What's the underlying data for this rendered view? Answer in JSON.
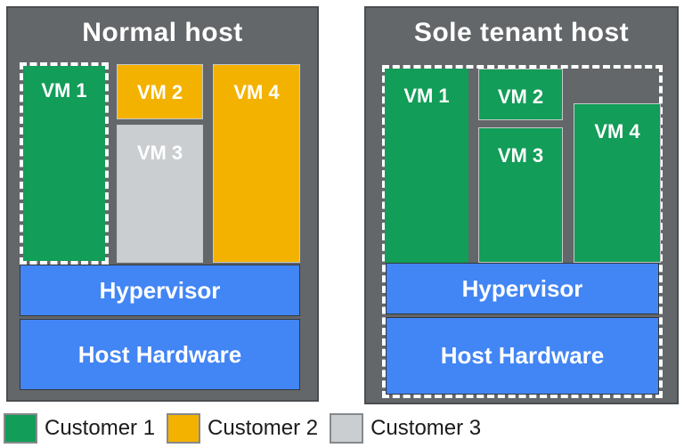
{
  "diagram": {
    "hosts": [
      {
        "title": "Normal host",
        "vms": [
          {
            "label": "VM 1",
            "customer": "Customer 1"
          },
          {
            "label": "VM 2",
            "customer": "Customer 2"
          },
          {
            "label": "VM 3",
            "customer": "Customer 3"
          },
          {
            "label": "VM 4",
            "customer": "Customer 2"
          }
        ],
        "layers": [
          {
            "label": "Hypervisor"
          },
          {
            "label": "Host Hardware"
          }
        ]
      },
      {
        "title": "Sole tenant host",
        "vms": [
          {
            "label": "VM 1",
            "customer": "Customer 1"
          },
          {
            "label": "VM 2",
            "customer": "Customer 1"
          },
          {
            "label": "VM 3",
            "customer": "Customer 1"
          },
          {
            "label": "VM 4",
            "customer": "Customer 1"
          }
        ],
        "layers": [
          {
            "label": "Hypervisor"
          },
          {
            "label": "Host Hardware"
          }
        ]
      }
    ],
    "legend": [
      {
        "label": "Customer 1",
        "color": "#129d58"
      },
      {
        "label": "Customer 2",
        "color": "#f4b200"
      },
      {
        "label": "Customer 3",
        "color": "#cbced1"
      }
    ],
    "colors": {
      "customer1": "#129d58",
      "customer2": "#f4b200",
      "customer3": "#cbced1",
      "infrastructure_blue": "#4285f4",
      "host_gray": "#646769",
      "dashed_outline": "#ffffff"
    }
  }
}
